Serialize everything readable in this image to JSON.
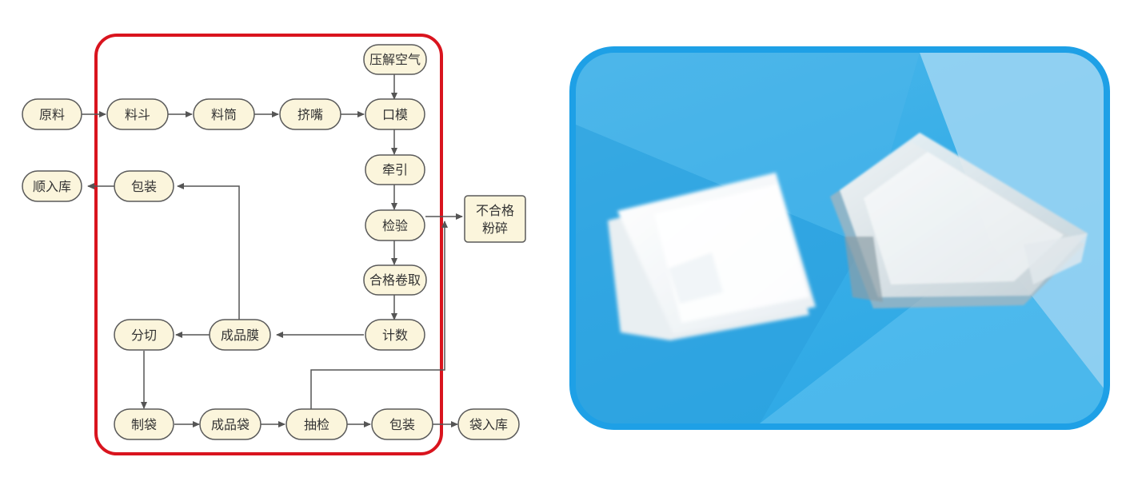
{
  "nodes": {
    "yuanliao": "原料",
    "liaodou": "料斗",
    "liaotong": "料筒",
    "jizui": "挤嘴",
    "koumo": "口模",
    "yajie": "压解空气",
    "qianyin": "牵引",
    "jianyan": "检验",
    "hegejuanqu": "合格卷取",
    "jishu": "计数",
    "chengpinmo": "成品膜",
    "fenqie": "分切",
    "baozhuang_top": "包装",
    "shunruku": "顺入库",
    "zhidai": "制袋",
    "chengpindai": "成品袋",
    "choujian": "抽检",
    "baozhuang_bottom": "包装",
    "dairuku": "袋入库",
    "buhege_line1": "不合格",
    "buhege_line2": "粉碎"
  },
  "colors": {
    "node_fill": "#fbf5dc",
    "node_stroke": "#5a5a5a",
    "arrow": "#555555",
    "frame_red": "#d9141e",
    "panel_border": "#1ea0e6",
    "panel_bg": "#3aafe8"
  }
}
